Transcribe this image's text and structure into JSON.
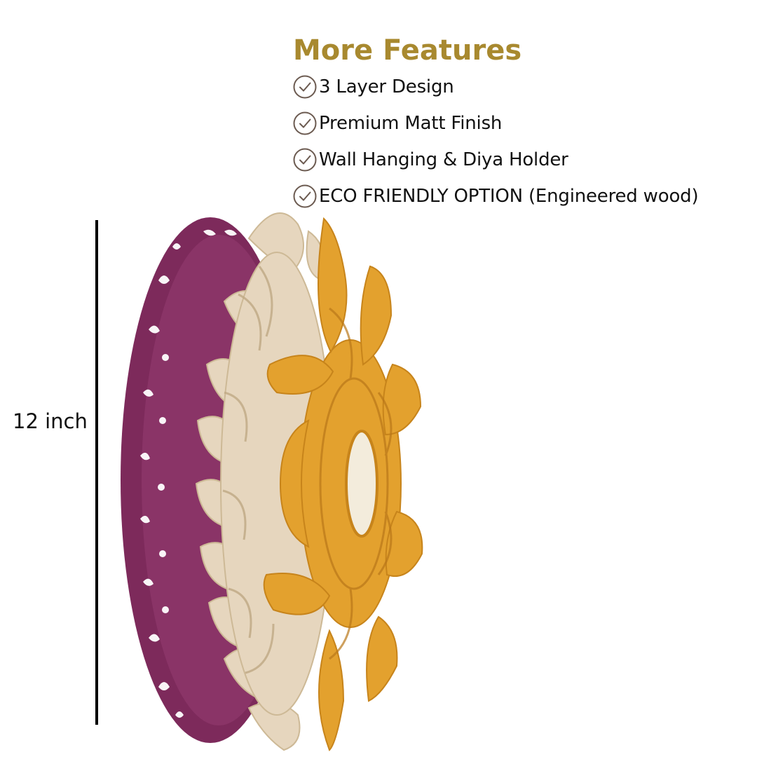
{
  "heading": "More Features",
  "features": [
    {
      "label": "3 Layer Design",
      "icon": "check-circle-icon"
    },
    {
      "label": "Premium Matt Finish",
      "icon": "check-circle-icon"
    },
    {
      "label": "Wall Hanging & Diya Holder",
      "icon": "check-circle-icon"
    },
    {
      "label": "ECO FRIENDLY OPTION (Engineered wood)",
      "icon": "check-circle-icon"
    }
  ],
  "dimension": {
    "label": "12 inch"
  },
  "colors": {
    "heading": "#a8892f",
    "back_layer": "#7d2a5b",
    "middle_layer": "#e6d6be",
    "front_layer": "#e3a12e",
    "check_icon": "#6b5a50"
  }
}
